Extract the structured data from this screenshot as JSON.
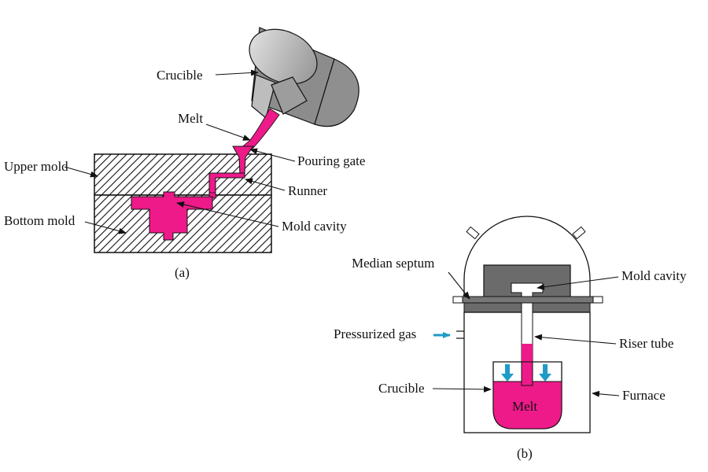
{
  "colors": {
    "melt": "#ee1a8a",
    "gas_arrow": "#1f9bc6",
    "crucible_light": "#d4d4d4",
    "crucible_dark": "#8a8a8a",
    "mold_block": "#6b6b6b",
    "septum": "#7a7a7a"
  },
  "panel_a": {
    "caption": "(a)",
    "labels": {
      "crucible": "Crucible",
      "melt": "Melt",
      "pouring_gate": "Pouring gate",
      "upper_mold": "Upper mold",
      "runner": "Runner",
      "bottom_mold": "Bottom mold",
      "mold_cavity": "Mold cavity"
    }
  },
  "panel_b": {
    "caption": "(b)",
    "labels": {
      "median_septum": "Median septum",
      "mold_cavity": "Mold cavity",
      "pressurized_gas": "Pressurized gas",
      "riser_tube": "Riser tube",
      "crucible": "Crucible",
      "furnace": "Furnace",
      "melt": "Melt"
    }
  }
}
